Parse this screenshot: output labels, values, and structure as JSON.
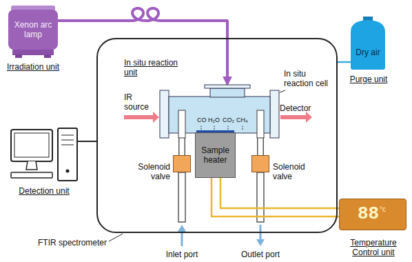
{
  "diagram": {
    "nodes": [
      {
        "text": [
          "Xenon arc lamp"
        ]
      },
      {
        "text": [
          "FTIR spectrometer"
        ]
      },
      {
        "text": [
          "In situ reaction cell"
        ],
        "in": 1
      },
      {
        "text": [
          "Solenoid valve"
        ],
        "in": 1
      },
      {
        "text": [
          "Sample heater"
        ],
        "in": 1
      },
      {
        "text": [
          "Solenoid valve"
        ],
        "in": 1
      },
      {
        "text": [
          "Dry air"
        ]
      },
      {
        "text": [
          "88",
          "°c"
        ]
      }
    ],
    "edges": [
      {
        "from": 0,
        "to": 2,
        "arrow": "to"
      },
      {
        "from": 3,
        "to": 2,
        "arrow": "none"
      },
      {
        "from": 2,
        "to": 5,
        "arrow": "none"
      },
      {
        "from": 6,
        "to": 1,
        "arrow": "none"
      },
      {
        "from": 4,
        "to": 7,
        "arrow": "none"
      }
    ],
    "labels": [
      "Irradiation unit",
      "In situ reaction unit",
      "IR source",
      "Detector",
      "CO",
      "H₂O",
      "CO₂",
      "CH₄",
      "Detection unit",
      "Purge unit",
      "Inlet port",
      "Outlet port",
      "Temperature Control unit"
    ]
  }
}
